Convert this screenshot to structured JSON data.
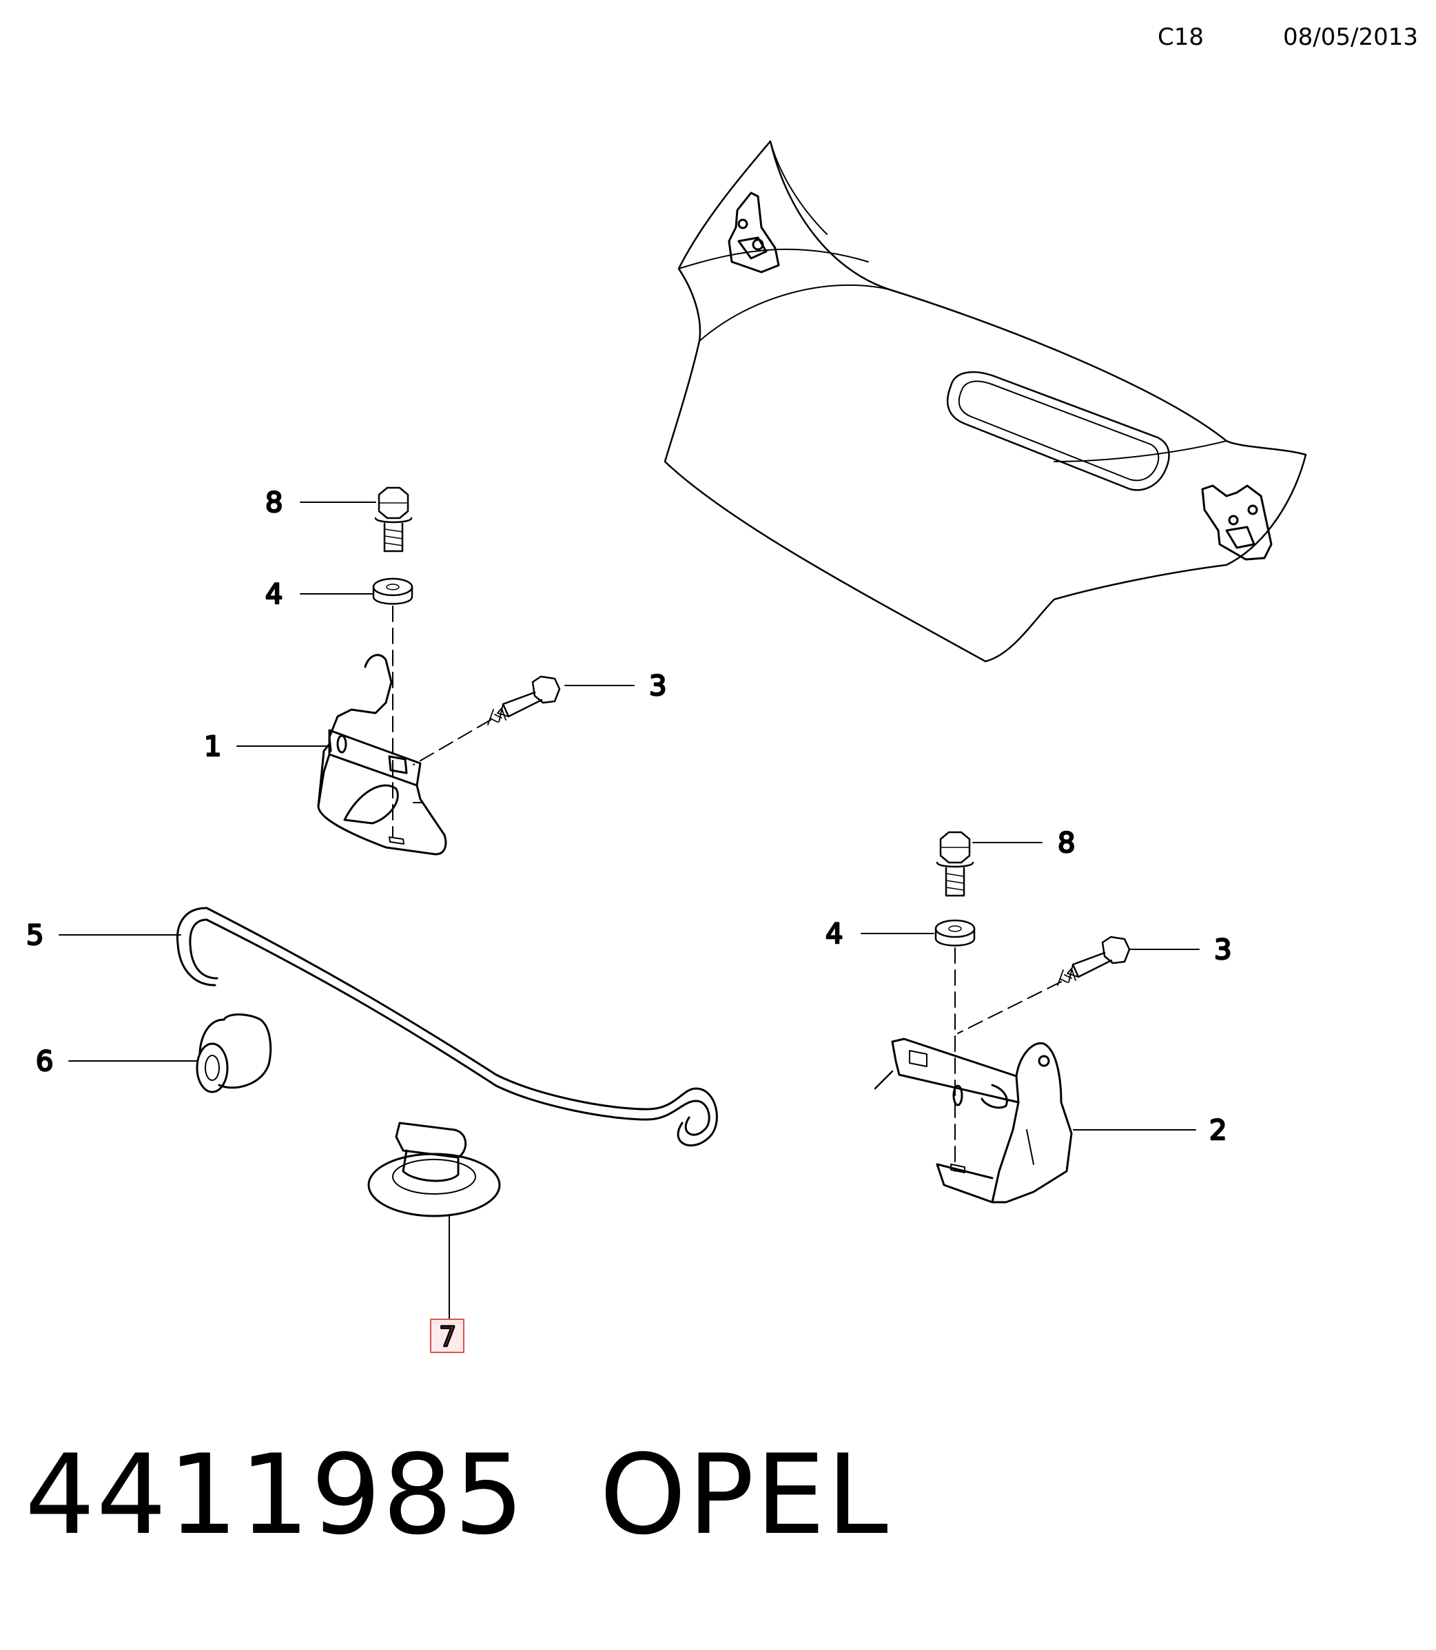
{
  "header": {
    "sheet_code": "C18",
    "date": "08/05/2013"
  },
  "callouts": {
    "c1": "1",
    "c2": "2",
    "c3a": "3",
    "c3b": "3",
    "c4a": "4",
    "c4b": "4",
    "c5": "5",
    "c6": "6",
    "c7": "7",
    "c8a": "8",
    "c8b": "8"
  },
  "highlight_color": "#e05050",
  "footer": {
    "part_number": "4411985",
    "brand": "OPEL"
  }
}
